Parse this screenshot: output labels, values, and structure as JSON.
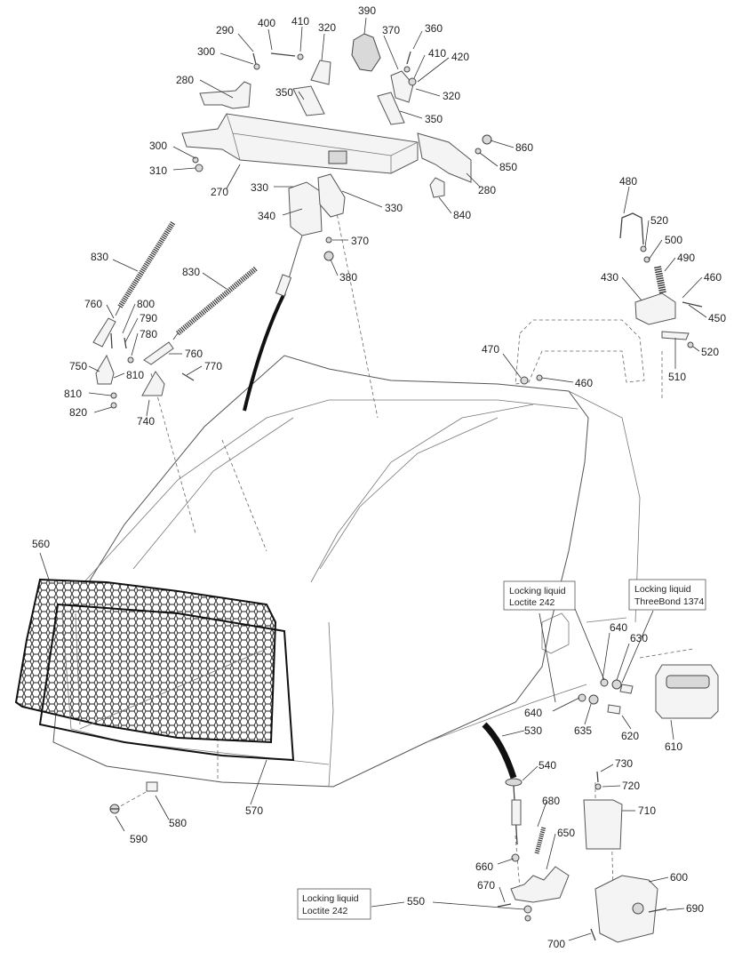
{
  "labels": {
    "l290": "290",
    "l400": "400",
    "l410a": "410",
    "l320a": "320",
    "l390": "390",
    "l370a": "370",
    "l360": "360",
    "l300a": "300",
    "l410b": "410",
    "l420": "420",
    "l280a": "280",
    "l350a": "350",
    "l320b": "320",
    "l350b": "350",
    "l860": "860",
    "l300b": "300",
    "l850": "850",
    "l310": "310",
    "l270": "270",
    "l280b": "280",
    "l330a": "330",
    "l330b": "330",
    "l840": "840",
    "l340": "340",
    "l370b": "370",
    "l380": "380",
    "l480": "480",
    "l520a": "520",
    "l500": "500",
    "l490": "490",
    "l430": "430",
    "l460a": "460",
    "l450": "450",
    "l520b": "520",
    "l510": "510",
    "l470": "470",
    "l460b": "460",
    "l830a": "830",
    "l830b": "830",
    "l760a": "760",
    "l800": "800",
    "l790": "790",
    "l780": "780",
    "l760b": "760",
    "l770": "770",
    "l750": "750",
    "l810a": "810",
    "l810b": "810",
    "l820": "820",
    "l740": "740",
    "l560": "560",
    "l570": "570",
    "l580": "580",
    "l590": "590",
    "l640a": "640",
    "l630": "630",
    "l640b": "640",
    "l635": "635",
    "l620": "620",
    "l610": "610",
    "l530": "530",
    "l540": "540",
    "l730": "730",
    "l720": "720",
    "l680": "680",
    "l710": "710",
    "l650": "650",
    "l660": "660",
    "l670": "670",
    "l600": "600",
    "l690": "690",
    "l550": "550",
    "l700": "700"
  },
  "notes": {
    "loctite_a_title": "Locking liquid",
    "loctite_a_name": "Loctite 242",
    "threebond_title": "Locking liquid",
    "threebond_name": "ThreeBond 1374",
    "loctite_b_title": "Locking liquid",
    "loctite_b_name": "Loctite 242"
  }
}
